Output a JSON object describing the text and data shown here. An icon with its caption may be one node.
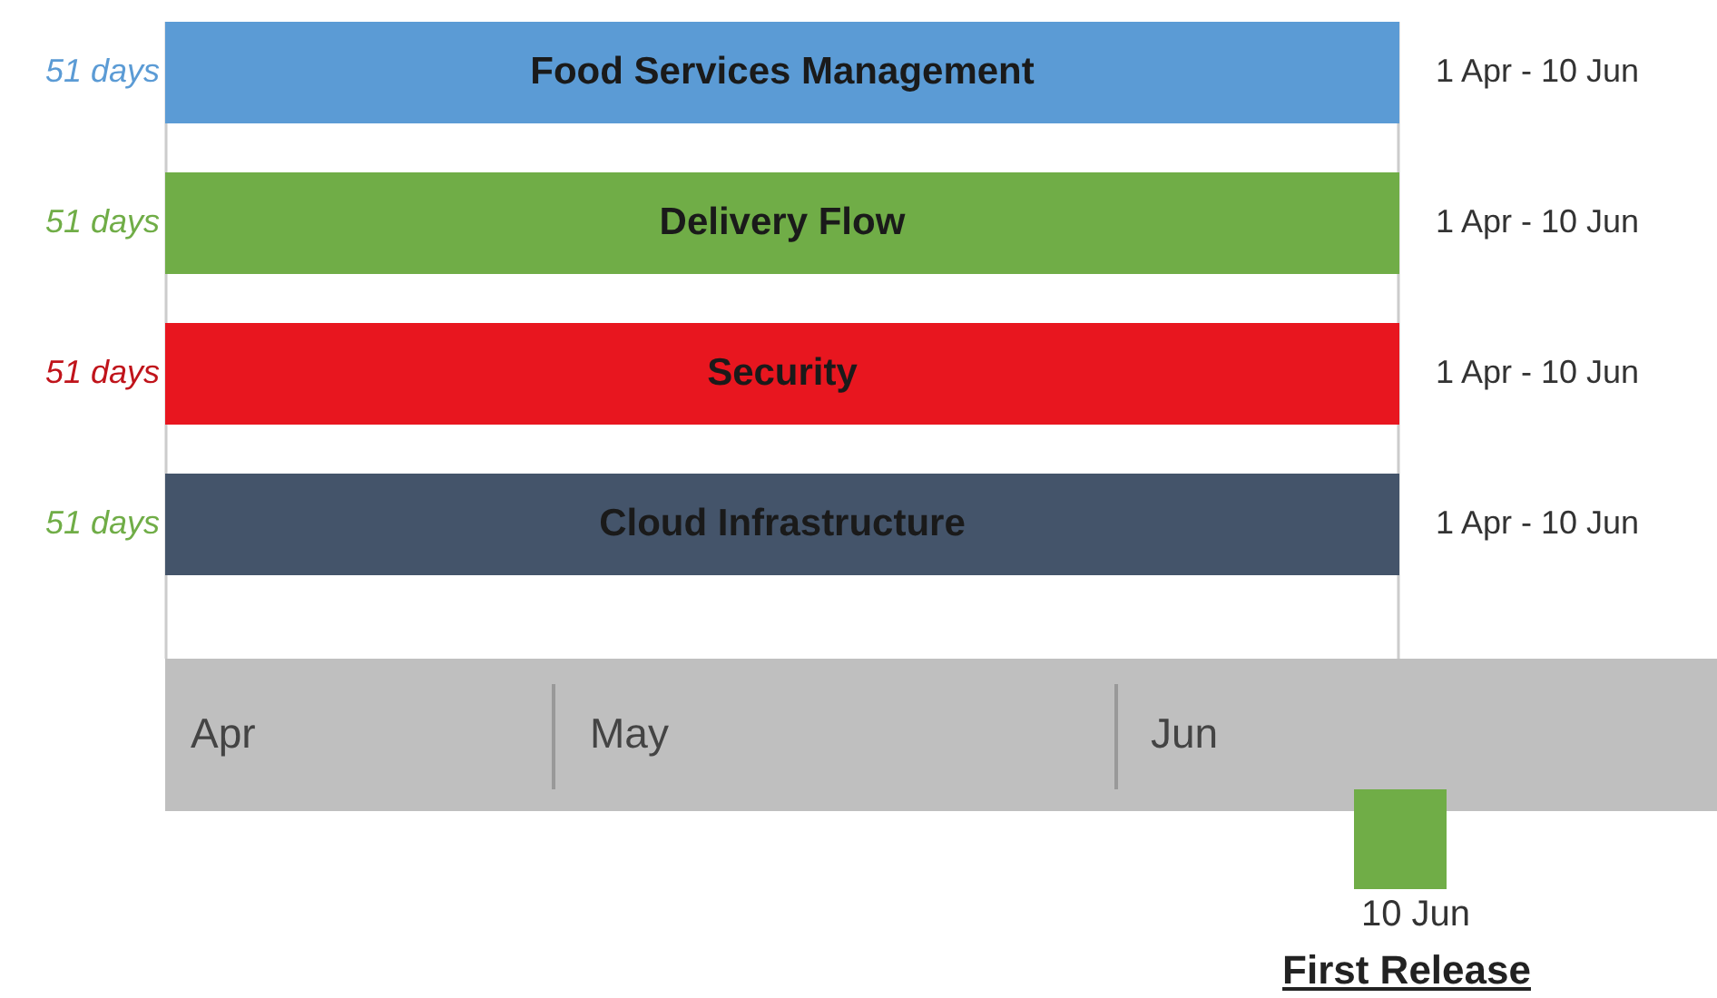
{
  "diagram": {
    "nodes": [
      {
        "text": [
          "Food Services Management"
        ],
        "beside": [
          "51 days",
          "1 Apr - 10 Jun"
        ]
      },
      {
        "text": [
          "Delivery Flow"
        ],
        "beside": [
          "51 days",
          "1 Apr - 10 Jun"
        ]
      },
      {
        "text": [
          "Security"
        ],
        "beside": [
          "51 days",
          "1 Apr - 10 Jun"
        ]
      },
      {
        "text": [
          "Cloud Infrastructure"
        ],
        "beside": [
          "51 days",
          "1 Apr - 10 Jun"
        ]
      },
      {
        "text": [
          "Apr",
          "May",
          "Jun"
        ]
      },
      {
        "text": [],
        "shape": "box",
        "beside": [
          "10 Jun",
          "First Release"
        ]
      }
    ]
  }
}
